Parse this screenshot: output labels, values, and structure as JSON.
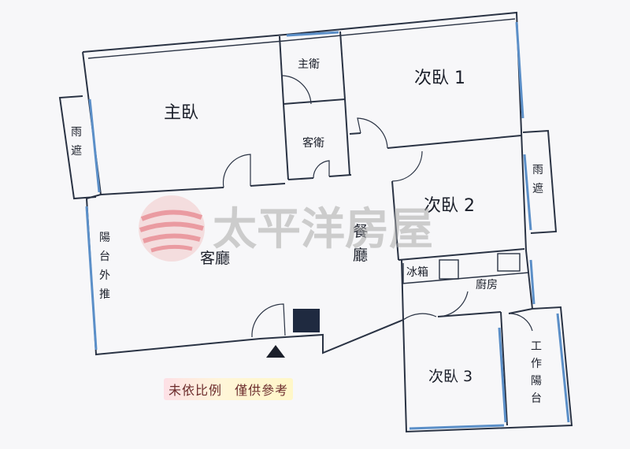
{
  "rooms": {
    "master_bedroom": "主臥",
    "master_bath": "主衛",
    "guest_bath": "客衛",
    "bedroom_1": "次臥 1",
    "bedroom_2": "次臥 2",
    "bedroom_3": "次臥 3",
    "living_room": "客廳",
    "dining_room": [
      "餐",
      "廳"
    ],
    "kitchen": "廚房",
    "fridge": "冰箱",
    "awning_left": [
      "雨",
      "遮"
    ],
    "awning_right": [
      "雨",
      "遮"
    ],
    "balcony": [
      "陽",
      "台",
      "外",
      "推"
    ],
    "service_balcony": [
      "工",
      "作",
      "陽",
      "台"
    ]
  },
  "watermark": {
    "text": "太平洋房屋"
  },
  "note": {
    "not_to_scale": "未依比例",
    "for_reference": "僅供參考"
  },
  "colors": {
    "wall": "#2a3344",
    "window": "#5b8fc8",
    "watermark": "#a9a9a9",
    "logo": "#e0505a"
  }
}
